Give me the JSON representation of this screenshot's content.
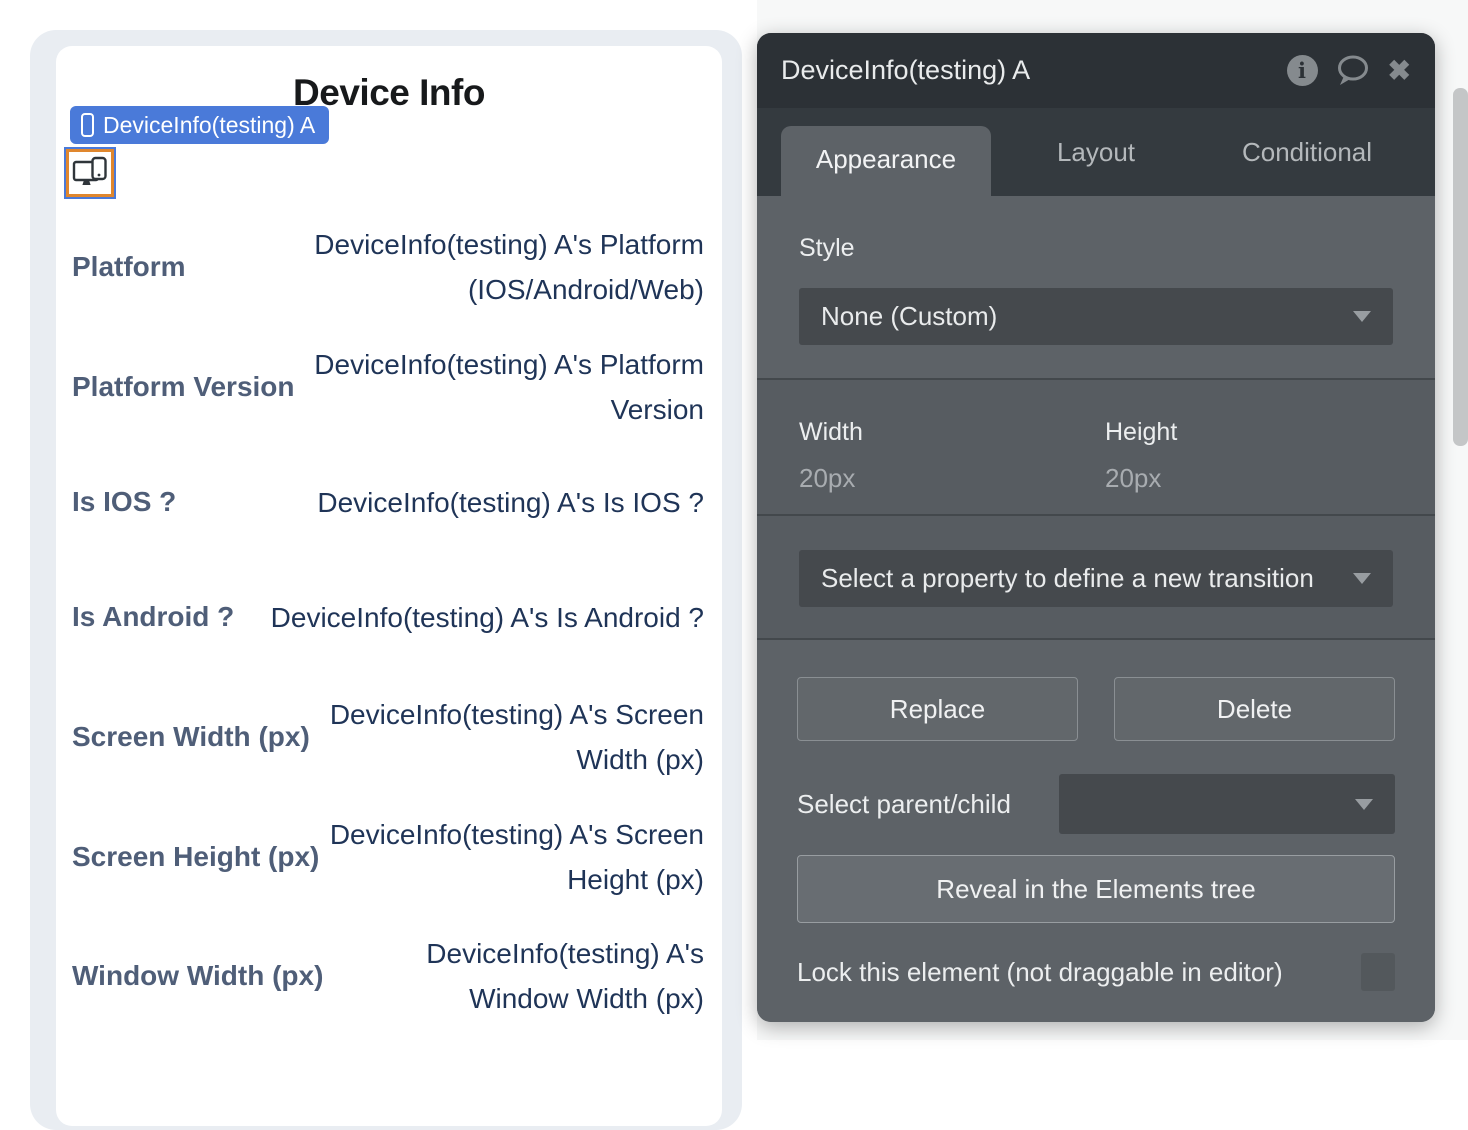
{
  "left_card": {
    "title": "Device Info",
    "element_badge": {
      "label": "DeviceInfo(testing) A",
      "color": "#4a7ad9"
    },
    "rows": [
      {
        "label": "Platform",
        "value": "DeviceInfo(testing) A's Platform (IOS/Android/Web)"
      },
      {
        "label": "Platform Version",
        "value": "DeviceInfo(testing) A's Platform Version"
      },
      {
        "label": "Is IOS ?",
        "value": "DeviceInfo(testing) A's Is IOS ?"
      },
      {
        "label": "Is Android ?",
        "value": "DeviceInfo(testing) A's Is Android ?"
      },
      {
        "label": "Screen Width (px)",
        "value": "DeviceInfo(testing) A's Screen Width (px)"
      },
      {
        "label": "Screen Height (px)",
        "value": "DeviceInfo(testing) A's Screen Height (px)"
      },
      {
        "label": "Window Width (px)",
        "value": "DeviceInfo(testing) A's Window Width (px)"
      }
    ]
  },
  "inspector": {
    "title": "DeviceInfo(testing) A",
    "info_icon_glyph": "i",
    "close_icon_glyph": "✖",
    "tabs": [
      {
        "label": "Appearance"
      },
      {
        "label": "Layout"
      },
      {
        "label": "Conditional"
      }
    ],
    "style_section": {
      "label": "Style",
      "dropdown_value": "None (Custom)"
    },
    "dimensions": {
      "width_label": "Width",
      "width_value": "20px",
      "height_label": "Height",
      "height_value": "20px"
    },
    "transition_placeholder": "Select a property to define a new transition",
    "replace_button": "Replace",
    "delete_button": "Delete",
    "parent_child_label": "Select parent/child",
    "reveal_button": "Reveal in the Elements tree",
    "lock_label": "Lock this element (not draggable in editor)",
    "colors": {
      "panel_bg": "#5d6267",
      "panel_header_bg": "#2c3136",
      "accent_blue": "#4a7ad9",
      "selection_orange": "#e0872e"
    }
  }
}
